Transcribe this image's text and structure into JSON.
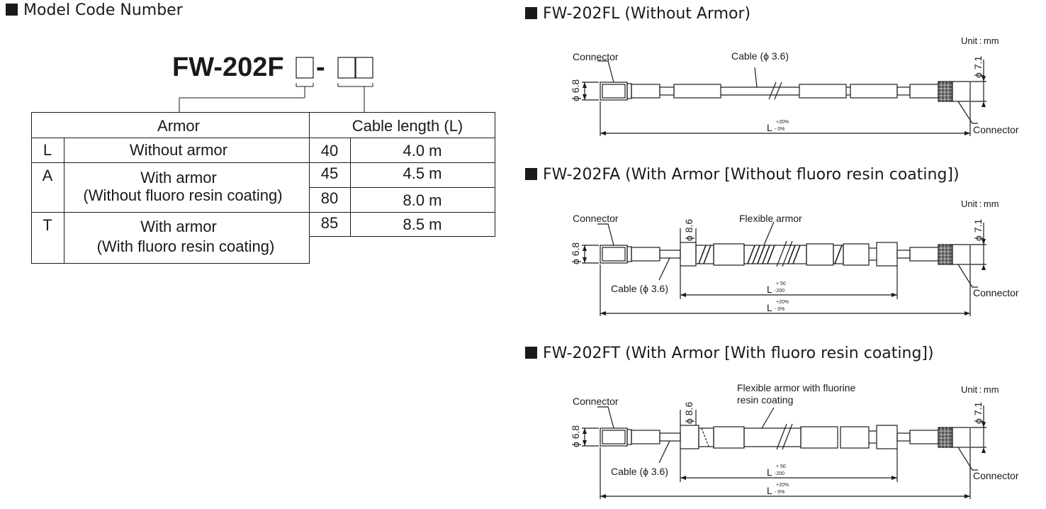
{
  "model_code": {
    "heading": "Model Code Number",
    "code_prefix": "FW-202F",
    "code_dash": "-",
    "armor_header": "Armor",
    "cable_length_header": "Cable length (L)",
    "armor_rows": [
      {
        "code": "L",
        "line1": "Without armor",
        "line2": ""
      },
      {
        "code": "A",
        "line1": "With armor",
        "line2": "(Without fluoro resin coating)"
      },
      {
        "code": "T",
        "line1": "With armor",
        "line2": "(With fluoro resin coating)"
      }
    ],
    "length_rows": [
      {
        "code": "40",
        "length": "4.0 m"
      },
      {
        "code": "45",
        "length": "4.5 m"
      },
      {
        "code": "80",
        "length": "8.0 m"
      },
      {
        "code": "85",
        "length": "8.5 m"
      }
    ]
  },
  "drawings": {
    "fl": {
      "heading": "FW-202FL (Without Armor)",
      "unit": "Unit : mm",
      "connector_left": "Connector",
      "connector_right": "Connector",
      "cable_label": "Cable (ϕ 3.6)",
      "dia_left": "ϕ 6.8",
      "dia_right": "ϕ 7.1",
      "length_main": "L",
      "tol_plus": "+20%",
      "tol_minus": "- 0%"
    },
    "fa": {
      "heading": "FW-202FA (With Armor [Without fluoro resin coating])",
      "unit": "Unit : mm",
      "connector_left": "Connector",
      "connector_right": "Connector",
      "armor_label": "Flexible armor",
      "cable_label": "Cable (ϕ 3.6)",
      "dia_left": "ϕ 6.8",
      "dia_armor": "ϕ 8.6",
      "dia_right": "ϕ 7.1",
      "length_main": "L",
      "tol_plus": "+20%",
      "tol_minus": "- 0%",
      "length_armor": "L",
      "armor_tol_plus": "+ 50",
      "armor_tol_minus": "-200"
    },
    "ft": {
      "heading": "FW-202FT (With Armor [With fluoro resin coating])",
      "unit": "Unit : mm",
      "connector_left": "Connector",
      "connector_right": "Connector",
      "armor_label_line1": "Flexible armor with fluorine",
      "armor_label_line2": "resin coating",
      "cable_label": "Cable (ϕ 3.6)",
      "dia_left": "ϕ 6.8",
      "dia_armor": "ϕ 8.6",
      "dia_right": "ϕ 7.1",
      "length_main": "L",
      "tol_plus": "+20%",
      "tol_minus": "- 0%",
      "length_armor": "L",
      "armor_tol_plus": "+ 50",
      "armor_tol_minus": "-200"
    }
  }
}
